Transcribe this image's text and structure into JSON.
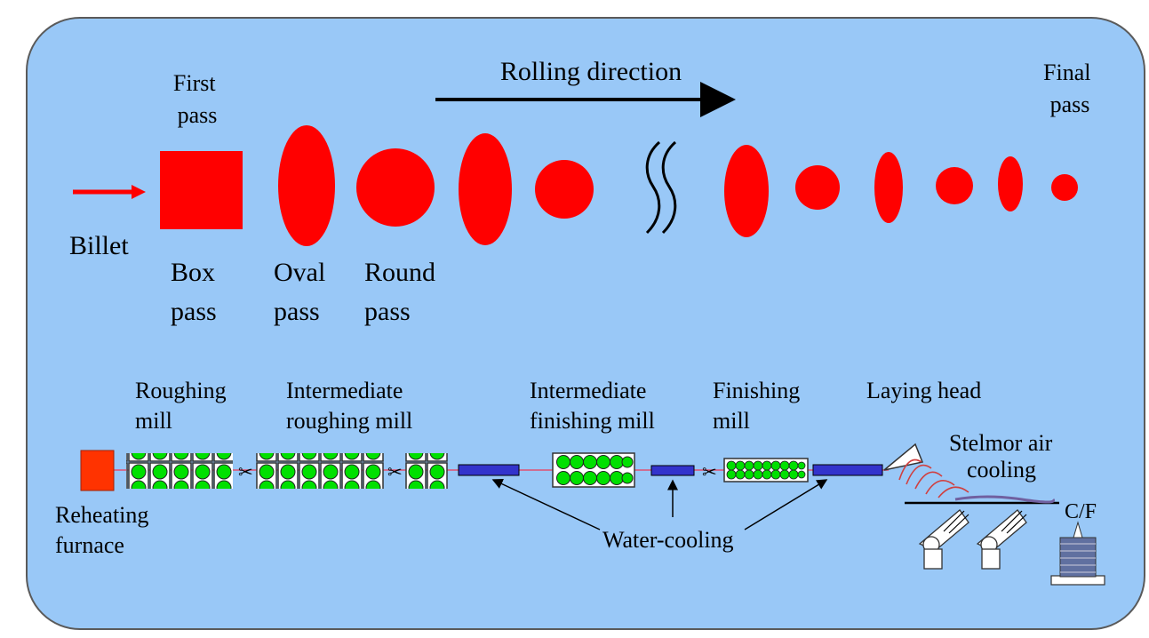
{
  "colors": {
    "panel_fill": "#99c8f7",
    "panel_stroke": "#5a5a5a",
    "section_red": "#ff0000",
    "furnace_orange": "#ff3300",
    "roll_green": "#00e000",
    "cooling_blue": "#3333cc",
    "line_pink": "#e05070"
  },
  "top": {
    "rolling_direction": "Rolling direction",
    "billet": "Billet",
    "first_pass": [
      "First",
      "pass"
    ],
    "final_pass": [
      "Final",
      "pass"
    ],
    "box_pass": [
      "Box",
      "pass"
    ],
    "oval_pass": [
      "Oval",
      "pass"
    ],
    "round_pass": [
      "Round",
      "pass"
    ]
  },
  "bottom": {
    "roughing_mill": [
      "Roughing",
      "mill"
    ],
    "intermediate_roughing_mill": [
      "Intermediate",
      "roughing mill"
    ],
    "intermediate_finishing_mill": [
      "Intermediate",
      "finishing mill"
    ],
    "finishing_mill": [
      "Finishing",
      "mill"
    ],
    "laying_head": "Laying head",
    "stelmor_air_cooling": [
      "Stelmor air",
      "cooling"
    ],
    "cf": "C/F",
    "reheating_furnace": [
      "Reheating",
      "furnace"
    ],
    "water_cooling": "Water-cooling"
  }
}
